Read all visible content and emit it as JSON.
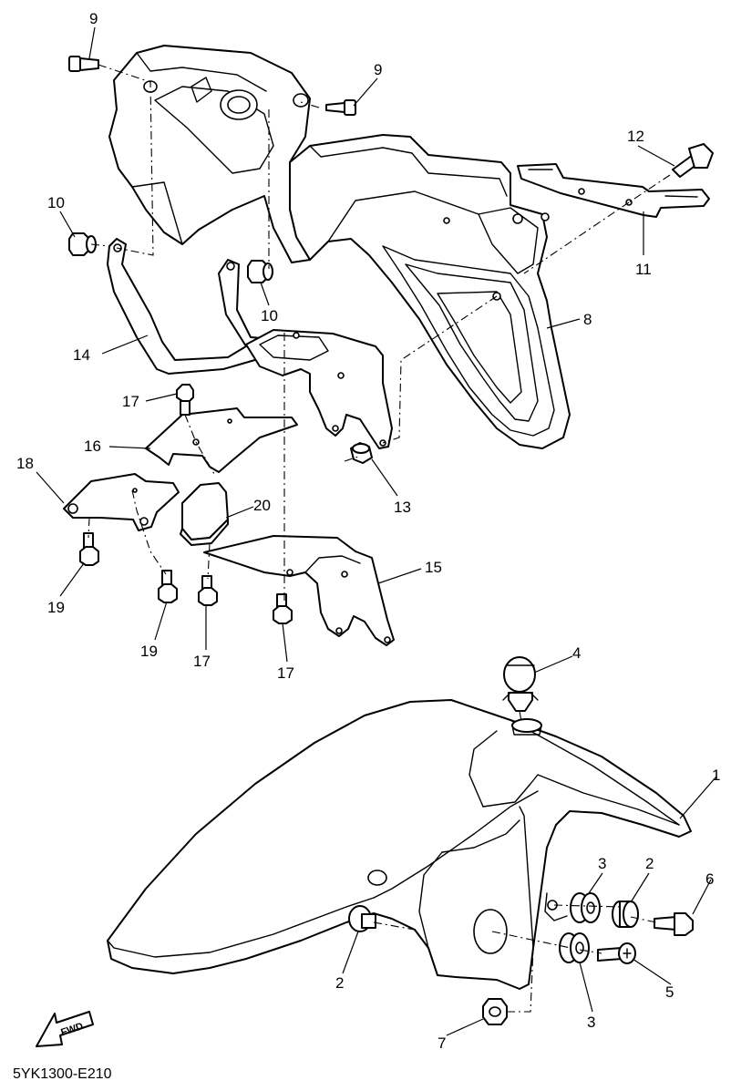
{
  "diagram": {
    "code": "5YK1300-E210",
    "fwd_label": "FWD",
    "callouts": [
      {
        "id": "c9a",
        "text": "9"
      },
      {
        "id": "c9b",
        "text": "9"
      },
      {
        "id": "c10a",
        "text": "10"
      },
      {
        "id": "c10b",
        "text": "10"
      },
      {
        "id": "c12",
        "text": "12"
      },
      {
        "id": "c11",
        "text": "11"
      },
      {
        "id": "c8",
        "text": "8"
      },
      {
        "id": "c14",
        "text": "14"
      },
      {
        "id": "c17a",
        "text": "17"
      },
      {
        "id": "c16",
        "text": "16"
      },
      {
        "id": "c18",
        "text": "18"
      },
      {
        "id": "c13",
        "text": "13"
      },
      {
        "id": "c20",
        "text": "20"
      },
      {
        "id": "c15",
        "text": "15"
      },
      {
        "id": "c19a",
        "text": "19"
      },
      {
        "id": "c19b",
        "text": "19"
      },
      {
        "id": "c17b",
        "text": "17"
      },
      {
        "id": "c17c",
        "text": "17"
      },
      {
        "id": "c4",
        "text": "4"
      },
      {
        "id": "c1",
        "text": "1"
      },
      {
        "id": "c3a",
        "text": "3"
      },
      {
        "id": "c2a",
        "text": "2"
      },
      {
        "id": "c6",
        "text": "6"
      },
      {
        "id": "c2b",
        "text": "2"
      },
      {
        "id": "c5",
        "text": "5"
      },
      {
        "id": "c3b",
        "text": "3"
      },
      {
        "id": "c7",
        "text": "7"
      }
    ]
  }
}
